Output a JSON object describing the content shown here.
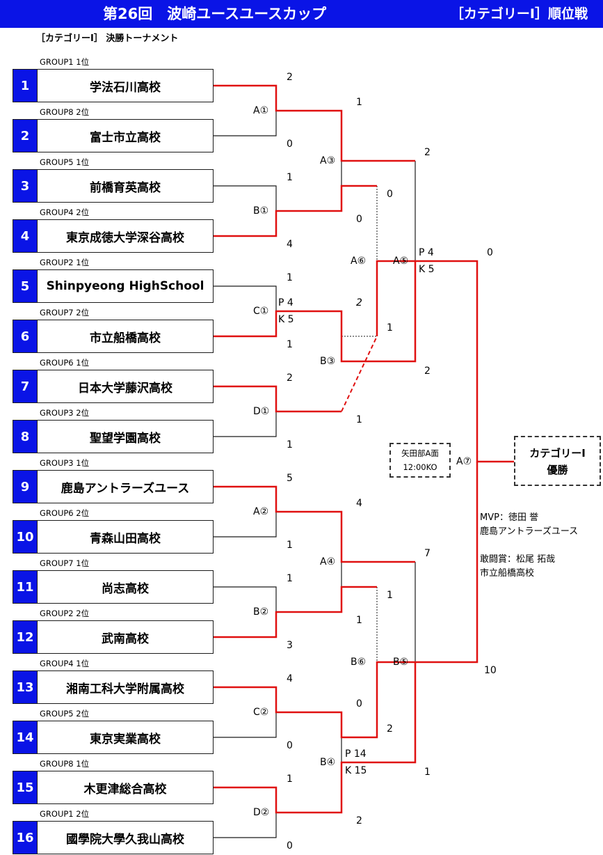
{
  "header": {
    "title": "第26回　波崎ユースユースカップ",
    "category": "［カテゴリーⅠ］順位戦"
  },
  "subtitle": "［カテゴリーⅠ］ 決勝トーナメント",
  "colors": {
    "header_bg": "#0a14e6",
    "winner_line": "#e01010",
    "line": "#1a1a1a"
  },
  "teams": [
    {
      "seed": "1",
      "group": "GROUP1 1位",
      "name": "学法石川高校"
    },
    {
      "seed": "2",
      "group": "GROUP8 2位",
      "name": "富士市立高校"
    },
    {
      "seed": "3",
      "group": "GROUP5 1位",
      "name": "前橋育英高校"
    },
    {
      "seed": "4",
      "group": "GROUP4 2位",
      "name": "東京成徳大学深谷高校"
    },
    {
      "seed": "5",
      "group": "GROUP2 1位",
      "name": "Shinpyeong HighSchool"
    },
    {
      "seed": "6",
      "group": "GROUP7 2位",
      "name": "市立船橋高校"
    },
    {
      "seed": "7",
      "group": "GROUP6 1位",
      "name": "日本大学藤沢高校"
    },
    {
      "seed": "8",
      "group": "GROUP3 2位",
      "name": "聖望学園高校"
    },
    {
      "seed": "9",
      "group": "GROUP3 1位",
      "name": "鹿島アントラーズユース"
    },
    {
      "seed": "10",
      "group": "GROUP6 2位",
      "name": "青森山田高校"
    },
    {
      "seed": "11",
      "group": "GROUP7 1位",
      "name": "尚志高校"
    },
    {
      "seed": "12",
      "group": "GROUP2 2位",
      "name": "武南高校"
    },
    {
      "seed": "13",
      "group": "GROUP4 1位",
      "name": "湘南工科大学附属高校"
    },
    {
      "seed": "14",
      "group": "GROUP5 2位",
      "name": "東京実業高校"
    },
    {
      "seed": "15",
      "group": "GROUP8 1位",
      "name": "木更津総合高校"
    },
    {
      "seed": "16",
      "group": "GROUP1 2位",
      "name": "國學院大學久我山高校"
    }
  ],
  "matches": {
    "A1": "A①",
    "B1": "B①",
    "C1": "C①",
    "D1": "D①",
    "A2": "A②",
    "B2": "B②",
    "C2": "C②",
    "D2": "D②",
    "A3": "A③",
    "B3": "B③",
    "A4": "A④",
    "B4": "B④",
    "A5": "A⑤",
    "A6": "A⑥",
    "B5": "B⑤",
    "B6": "B⑥",
    "A7": "A⑦"
  },
  "scores": {
    "r1": [
      "2",
      "0",
      "1",
      "4",
      "1",
      "1",
      "2",
      "1",
      "5",
      "1",
      "1",
      "3",
      "4",
      "0",
      "1",
      "0"
    ],
    "r1_pk_C1": [
      "P  4",
      "K  5"
    ],
    "r2": [
      "1",
      "0",
      "2",
      "1",
      "4",
      "1",
      "0",
      "2"
    ],
    "r2_pk_B4": [
      "P  14",
      "K  15"
    ],
    "r3": [
      "2",
      "2",
      "7",
      "1"
    ],
    "r3_pk_A5": [
      "P  4",
      "K  5"
    ],
    "third": [
      "0",
      "1",
      "1",
      "2"
    ],
    "final": [
      "0",
      "10"
    ]
  },
  "venue": [
    "矢田部A面",
    "12:00KO"
  ],
  "champion": [
    "カテゴリーⅠ",
    "優勝"
  ],
  "awards": {
    "mvp": "MVP：徳田 誉",
    "mvp_team": "鹿島アントラーズユース",
    "fight": "敢闘賞：松尾 拓哉",
    "fight_team": "市立船橋高校"
  }
}
